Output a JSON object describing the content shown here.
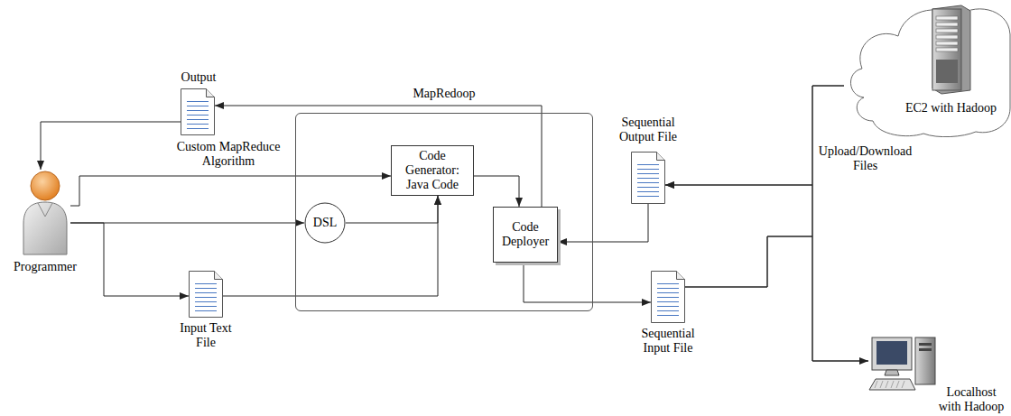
{
  "diagram": {
    "nodes": [
      {
        "text": [
          "Output"
        ]
      },
      {
        "text": [
          "Programmer"
        ]
      },
      {
        "text": [
          "MapRedoop"
        ]
      },
      {
        "text": [
          "Code Generator: Java Code"
        ],
        "in": 2
      },
      {
        "text": [
          "DSL"
        ],
        "in": 2
      },
      {
        "text": [
          "Code Deployer"
        ],
        "in": 2
      },
      {
        "text": [
          "Input Text File"
        ]
      },
      {
        "text": [
          "Sequential Output File"
        ]
      },
      {
        "text": [
          "Sequential Input File"
        ]
      },
      {
        "text": [
          "EC2 with Hadoop"
        ]
      },
      {
        "text": [
          "Localhost with Hadoop"
        ]
      }
    ],
    "edges": [
      {
        "from": 1,
        "to": 3,
        "arrow": "to",
        "label": "Custom MapReduce Algorithm"
      },
      {
        "from": 1,
        "to": 4,
        "arrow": "to"
      },
      {
        "from": 1,
        "to": 6,
        "arrow": "to"
      },
      {
        "from": 4,
        "to": 3,
        "arrow": "to"
      },
      {
        "from": 6,
        "to": 3,
        "arrow": "to"
      },
      {
        "from": 3,
        "to": 5,
        "arrow": "to"
      },
      {
        "from": 5,
        "to": 0,
        "arrow": "to"
      },
      {
        "from": 0,
        "to": 1,
        "arrow": "to"
      },
      {
        "from": 5,
        "to": 8,
        "arrow": "to"
      },
      {
        "from": 7,
        "to": 5,
        "arrow": "to"
      },
      {
        "from": 8,
        "to": 9,
        "arrow": "none"
      },
      {
        "from": 8,
        "to": 10,
        "arrow": "to"
      },
      {
        "from": 9,
        "to": 7,
        "arrow": "to"
      },
      {
        "from": 10,
        "to": 7,
        "arrow": "to"
      }
    ],
    "labels": [
      "Upload/Download Files"
    ]
  }
}
